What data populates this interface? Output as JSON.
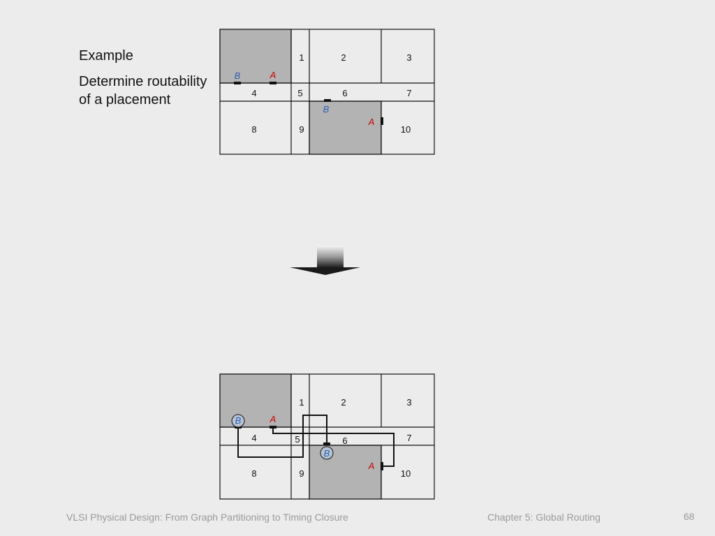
{
  "example": {
    "title": "Example",
    "description": "Determine routability of a placement"
  },
  "grid_cells": [
    "1",
    "2",
    "3",
    "4",
    "5",
    "6",
    "7",
    "8",
    "9",
    "10"
  ],
  "pins": {
    "a_label": "A",
    "b_label": "B",
    "a_color": "#cc0000",
    "b_color": "#2a5db0"
  },
  "colors": {
    "block_fill": "#b3b3b3",
    "cell_fill": "#ececec",
    "line": "#111111"
  },
  "footer": {
    "book_title": "VLSI Physical Design: From Graph Partitioning to Timing Closure",
    "chapter": "Chapter 5: Global Routing",
    "page_number": "68"
  }
}
